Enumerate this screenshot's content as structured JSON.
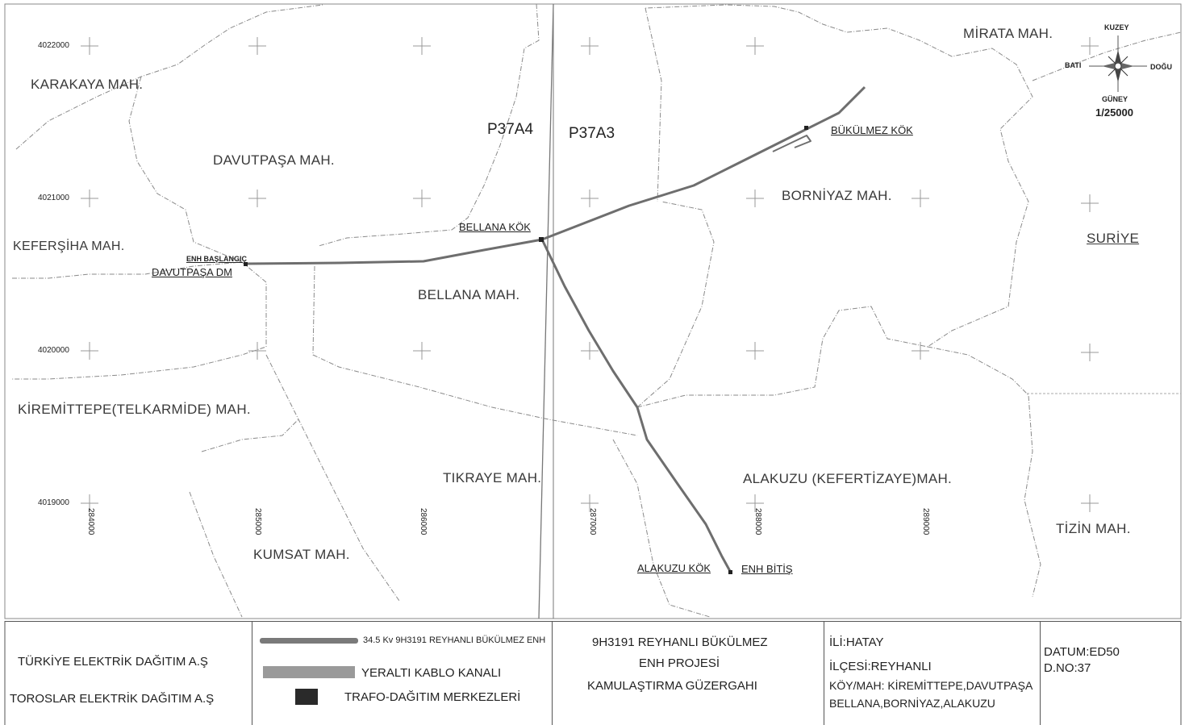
{
  "map": {
    "areas": [
      {
        "id": "karakaya",
        "label": "KARAKAYA MAH."
      },
      {
        "id": "davutpasa",
        "label": "DAVUTPAŞA MAH."
      },
      {
        "id": "kefersiha",
        "label": "KEFERŞİHA MAH."
      },
      {
        "id": "bellana",
        "label": "BELLANA MAH."
      },
      {
        "id": "kiremittepe",
        "label": "KİREMİTTEPE(TELKARMİDE) MAH."
      },
      {
        "id": "tikraye",
        "label": "TIKRAYE MAH."
      },
      {
        "id": "kumsat",
        "label": "KUMSAT MAH."
      },
      {
        "id": "alakuzu",
        "label": "ALAKUZU (KEFERTİZAYE)MAH."
      },
      {
        "id": "borniyaz",
        "label": "BORNİYAZ MAH."
      },
      {
        "id": "mirata",
        "label": "MİRATA MAH."
      },
      {
        "id": "suriye",
        "label": "SURİYE"
      },
      {
        "id": "tizin",
        "label": "TİZİN MAH."
      }
    ],
    "sheets": {
      "left": "P37A4",
      "right": "P37A3"
    },
    "points": {
      "bellana_kok": "BELLANA KÖK",
      "bukulmez_kok": "BÜKÜLMEZ KÖK",
      "enh_baslangic": "ENH BAŞLANGIÇ",
      "davutpasa_dm": "DAVUTPAŞA DM",
      "alakuzu_kok": "ALAKUZU KÖK",
      "enh_bitis": "ENH BİTİŞ"
    },
    "northings": [
      "4022000",
      "4021000",
      "4020000",
      "4019000"
    ],
    "eastings": [
      "284000",
      "285000",
      "286000",
      "287000",
      "288000",
      "289000"
    ],
    "compass": {
      "north": "KUZEY",
      "west": "BATI",
      "east": "DOĞU",
      "south": "GÜNEY"
    },
    "scale": "1/25000"
  },
  "legend": {
    "company1": "TÜRKİYE ELEKTRİK DAĞITIM A.Ş",
    "company2": "TOROSLAR ELEKTRİK DAĞITIM A.Ş",
    "line_label": "34.5 Kv  9H3191 REYHANLI BÜKÜLMEZ ENH",
    "cable_label": "YERALTI KABLO KANALI",
    "trafo_label": "TRAFO-DAĞITIM MERKEZLERİ",
    "project_line1": "9H3191 REYHANLI BÜKÜLMEZ",
    "project_line2": "ENH PROJESİ",
    "project_line3": "KAMULAŞTIRMA GÜZERGAHI",
    "il": "İLİ:HATAY",
    "ilce": "İLÇESİ:REYHANLI",
    "koy1": "KÖY/MAH: KİREMİTTEPE,DAVUTPAŞA",
    "koy2": "BELLANA,BORNİYAZ,ALAKUZU",
    "datum": "DATUM:ED50",
    "dno": "D.NO:37",
    "colors": {
      "line": "#7a7a7a",
      "cable": "#9a9a9a",
      "trafo": "#2a2a2a"
    }
  }
}
